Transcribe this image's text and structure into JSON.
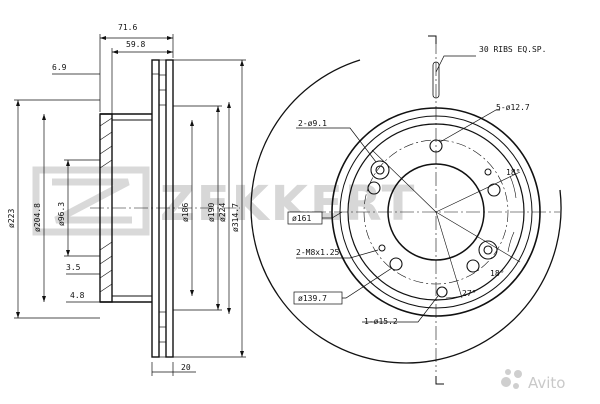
{
  "side_view": {
    "dims": {
      "d_71_6": "71.6",
      "d_59_8": "59.8",
      "d_6_9": "6.9",
      "d_223": "ø223",
      "d_204_8": "ø204.8",
      "d_96_3": "ø96.3",
      "d_3_5": "3.5",
      "d_4_8": "4.8",
      "d_186": "ø186",
      "d_190": "ø190",
      "d_224": "ø224",
      "d_314_7": "ø314.7",
      "d_20": "20"
    }
  },
  "front_view": {
    "callouts": {
      "ribs": "30 RIBS EQ.SP.",
      "holes_12_7": "5-ø12.7",
      "holes_9_1": "2-ø9.1",
      "bore_161": "ø161",
      "thread": "2-M8x1.25",
      "pcd": "ø139.7",
      "hole_15_2": "1-ø15.2",
      "angle_18a": "18°",
      "angle_18b": "18°",
      "angle_27": "27°"
    }
  },
  "watermarks": {
    "brand": "ZEKKERT",
    "marketplace": "Avito"
  }
}
